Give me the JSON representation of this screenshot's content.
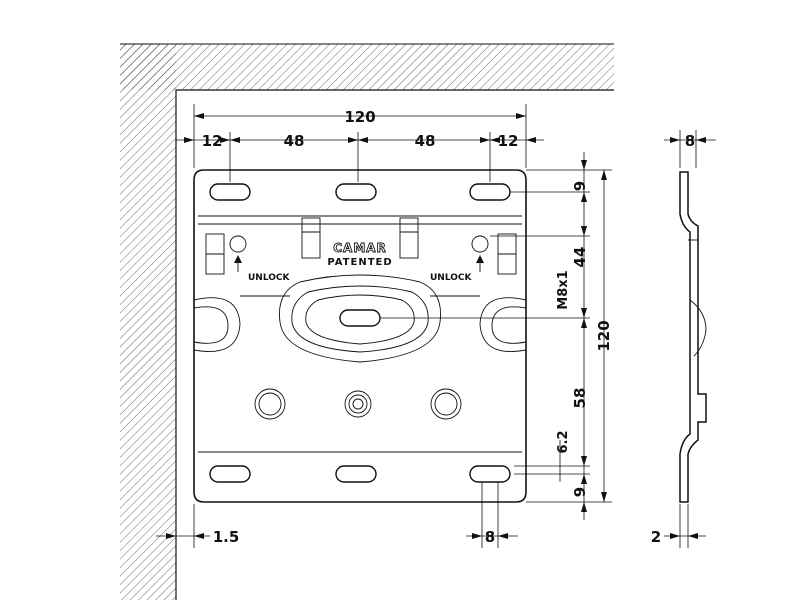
{
  "dimensions": {
    "overall_width": "120",
    "edge_left": "12",
    "pitch_left": "48",
    "pitch_right": "48",
    "edge_right": "12",
    "top_slot_offset": "9",
    "unlock_height": "44",
    "thread": "M8x1",
    "overall_height": "120",
    "center_to_holes": "58",
    "slot_offset": "6.2",
    "bottom_slot_offset": "9",
    "wall_gap": "1.5",
    "slot_width": "8",
    "side_depth": "8",
    "plate_thickness": "2"
  },
  "labels": {
    "unlock_left": "UNLOCK",
    "unlock_right": "UNLOCK",
    "brand": "CAMAR",
    "patent": "PATENTED"
  }
}
